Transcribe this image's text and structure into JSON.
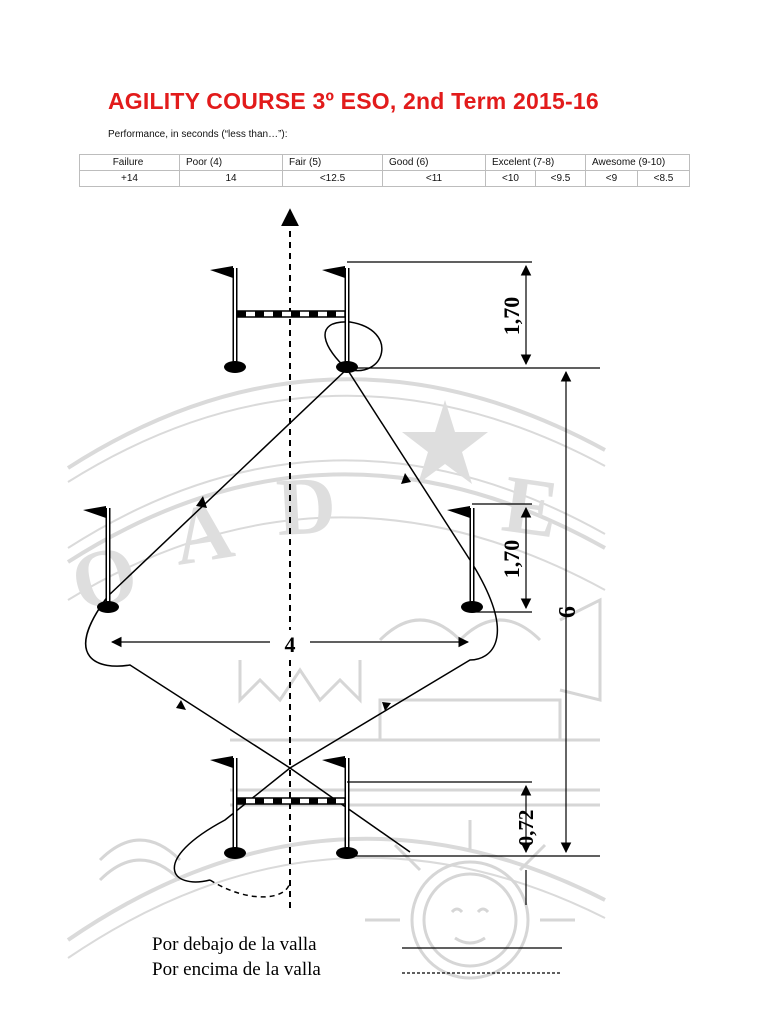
{
  "header": {
    "title": "AGILITY COURSE 3º ESO, 2nd Term 2015-16",
    "subtitle": "Performance, in seconds (“less than…”):"
  },
  "performance_table": {
    "headers": [
      "Failure",
      "Poor (4)",
      "Fair (5)",
      "Good (6)",
      "Excelent (7-8)",
      "Awesome (9-10)"
    ],
    "values": [
      "+14",
      "14",
      "<12.5",
      "<11",
      "<10",
      "<9.5",
      "<9",
      "<8.5"
    ]
  },
  "diagram": {
    "dimensions": {
      "top_gap": "1,70",
      "middle_gap": "1,70",
      "width": "4",
      "length": "6",
      "bottom_gap": "0,72"
    },
    "legend": {
      "under_hurdle": "Por debajo de la valla",
      "over_hurdle": "Por encima de la valla"
    },
    "colors": {
      "title": "#e21b1b",
      "watermark": "#d9d9d9",
      "ink": "#000000"
    }
  }
}
